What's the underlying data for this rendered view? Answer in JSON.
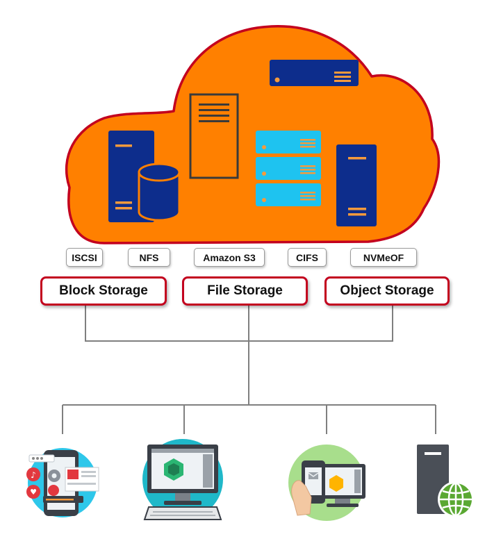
{
  "protocols": [
    {
      "id": "iscsi",
      "label": "ISCSI"
    },
    {
      "id": "nfs",
      "label": "NFS"
    },
    {
      "id": "amazon-s3",
      "label": "Amazon S3"
    },
    {
      "id": "cifs",
      "label": "CIFS"
    },
    {
      "id": "nvmeof",
      "label": "NVMeOF"
    }
  ],
  "storage_types": [
    {
      "id": "block",
      "label": "Block Storage"
    },
    {
      "id": "file",
      "label": "File Storage"
    },
    {
      "id": "object",
      "label": "Object Storage"
    }
  ],
  "clients": [
    {
      "id": "mobile-apps",
      "icon": "mobile-apps-icon"
    },
    {
      "id": "desktop-computer",
      "icon": "desktop-computer-icon"
    },
    {
      "id": "phone-and-monitor",
      "icon": "phone-monitor-icon"
    },
    {
      "id": "web-server",
      "icon": "web-server-globe-icon"
    }
  ],
  "colors": {
    "cloud_fill": "#ff8000",
    "cloud_stroke": "#c3001e",
    "server_navy": "#0d2d8c",
    "server_cyan": "#1ec3f0",
    "accent_orange": "#f59a3c",
    "connector": "#7f7f7f",
    "storage_border": "#c3001e"
  }
}
